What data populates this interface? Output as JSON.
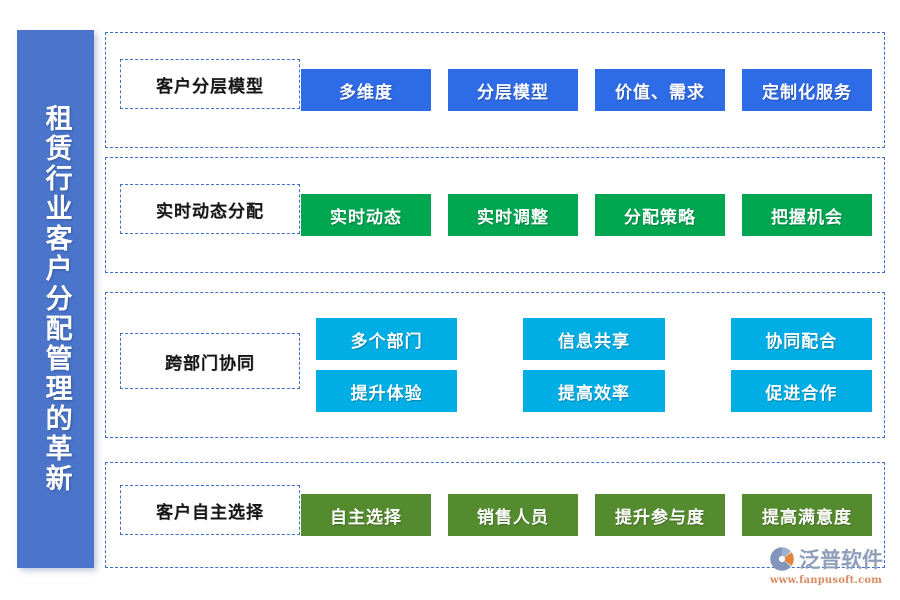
{
  "banner": {
    "title": "租赁行业客户分配管理的革新",
    "color": "#4A75CA"
  },
  "colors": {
    "dashed_border": "#3F6FC4",
    "row1_pill": "#2E6BE6",
    "row2_pill": "#00A650",
    "row3_pill": "#00AEE6",
    "row4_pill": "#558B2F"
  },
  "groups": [
    {
      "label": "客户分层模型",
      "pill_color": "#2E6BE6",
      "rows": [
        [
          "多维度",
          "分层模型",
          "价值、需求",
          "定制化服务"
        ]
      ]
    },
    {
      "label": "实时动态分配",
      "pill_color": "#00A650",
      "rows": [
        [
          "实时动态",
          "实时调整",
          "分配策略",
          "把握机会"
        ]
      ]
    },
    {
      "label": "跨部门协同",
      "pill_color": "#00AEE6",
      "rows": [
        [
          "多个部门",
          "信息共享",
          "协同配合"
        ],
        [
          "提升体验",
          "提高效率",
          "促进合作"
        ]
      ]
    },
    {
      "label": "客户自主选择",
      "pill_color": "#558B2F",
      "rows": [
        [
          "自主选择",
          "销售人员",
          "提升参与度",
          "提高满意度"
        ]
      ]
    }
  ],
  "logo": {
    "icon": "fanpu-circle-logo-icon",
    "name": "泛普软件",
    "url": "www.fanpusoft.com"
  }
}
